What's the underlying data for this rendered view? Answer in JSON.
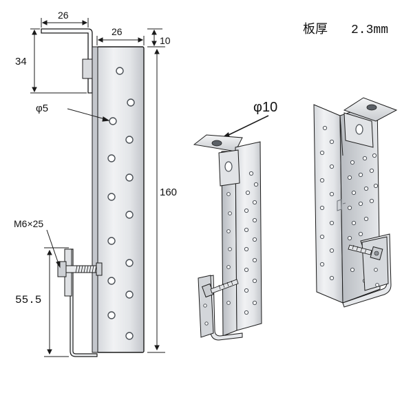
{
  "thickness": {
    "label": "板厚",
    "value": "2.3mm"
  },
  "dimensions": {
    "top_flange_width": "26",
    "plate_width": "26",
    "top_margin": "10",
    "flange_height": "34",
    "hole_diameter": "φ5",
    "overall_height": "160",
    "bolt_spec": "M6×25",
    "clamp_height": "55.5",
    "top_hole_diameter": "φ10"
  },
  "colors": {
    "metal_light": "#eceef0",
    "metal_mid": "#c9ccd0",
    "metal_dark": "#8c9096",
    "line": "#1a1a1a",
    "hole": "#555a60"
  }
}
